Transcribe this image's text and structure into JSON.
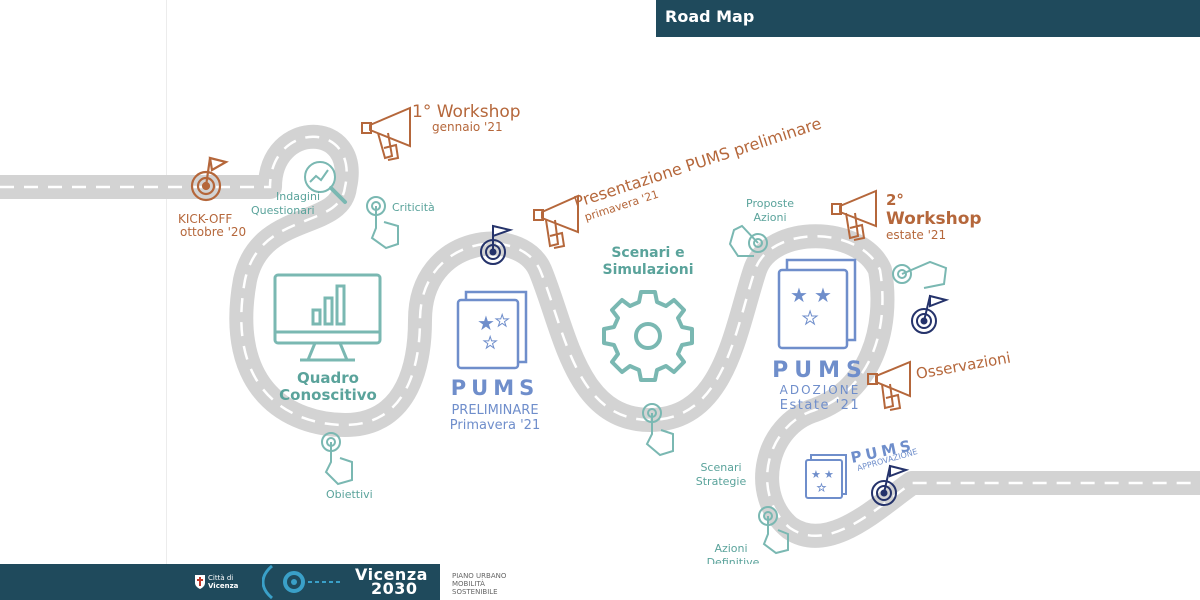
{
  "header": {
    "title": "Road Map"
  },
  "milestones": {
    "kickoff": {
      "label": "KICK-OFF",
      "date": "ottobre '20"
    },
    "workshop1": {
      "label": "1° Workshop",
      "date": "gennaio '21"
    },
    "presentazione": {
      "label": "Presentazione PUMS preliminare",
      "date": "primavera '21"
    },
    "workshop2": {
      "label_line1": "2°",
      "label_line2": "Workshop",
      "date": "estate '21"
    },
    "osservazioni": {
      "label": "Osservazioni"
    }
  },
  "steps": {
    "indagini": {
      "line1": "Indagini",
      "line2": "Questionari"
    },
    "criticita": {
      "label": "Criticità"
    },
    "quadro": {
      "line1": "Quadro",
      "line2": "Conoscitivo"
    },
    "obiettivi": {
      "label": "Obiettivi"
    },
    "scenari_simulazioni": {
      "line1": "Scenari e",
      "line2": "Simulazioni"
    },
    "proposte": {
      "line1": "Proposte",
      "line2": "Azioni"
    },
    "scenari_strategie": {
      "line1": "Scenari",
      "line2": "Strategie"
    },
    "azioni_definitive": {
      "line1": "Azioni",
      "line2": "Definitive"
    }
  },
  "pums": {
    "preliminare": {
      "title": "PUMS",
      "line1": "PRELIMINARE",
      "line2": "Primavera '21"
    },
    "adozione": {
      "title": "PUMS",
      "line1": "ADOZIONE",
      "line2": "Estate '21"
    },
    "approvazione": {
      "title": "PUMS",
      "line1": "APPROVAZIONE"
    }
  },
  "footer": {
    "city_line1": "Città di",
    "city_line2": "Vicenza",
    "brand_line1": "Vicenza",
    "brand_line2": "2030",
    "desc_line1": "PIANO URBANO",
    "desc_line2": "MOBILITÀ",
    "desc_line3": "SOSTENIBILE"
  },
  "colors": {
    "header_bg": "#1f4a5c",
    "road": "#d3d3d3",
    "teal": "#7ab8b2",
    "orange": "#b5673b",
    "blue": "#6f8ecb",
    "navy": "#25336b"
  }
}
